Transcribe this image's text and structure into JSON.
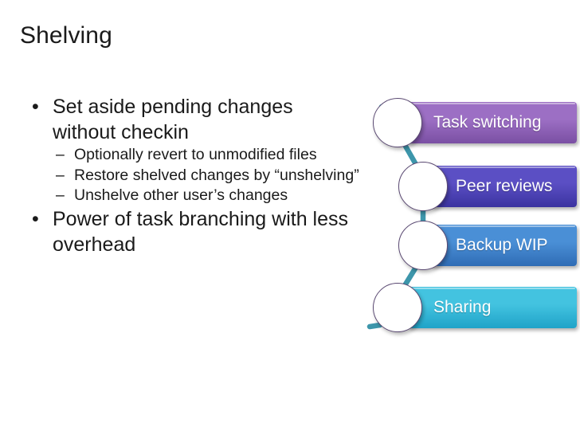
{
  "slide": {
    "title": "Shelving",
    "background_color": "#ffffff",
    "text_color": "#1a1a1a"
  },
  "body": {
    "bullets": [
      {
        "marker": "•",
        "text": "Set aside pending changes without checkin",
        "level": 1,
        "sub_bullets": [
          {
            "marker": "–",
            "text": "Optionally revert to unmodified files",
            "level": 2
          },
          {
            "marker": "–",
            "text": "Restore shelved changes by “unshelving”",
            "level": 2
          },
          {
            "marker": "–",
            "text": "Unshelve other user’s changes",
            "level": 2
          }
        ]
      },
      {
        "marker": "•",
        "text": "Power of task branching with less overhead",
        "level": 1,
        "sub_bullets": []
      }
    ]
  },
  "graphic": {
    "type": "smartart-process-chain",
    "connector_color": "#3d96ab",
    "circle_fill": "#ffffff",
    "circle_stroke": "#5b4a73",
    "nodes": [
      {
        "label": "Task switching",
        "bar_color_top": "#9c6fc4",
        "bar_color_bottom": "#7a4fa3",
        "text_color": "#ffffff",
        "offset": "left"
      },
      {
        "label": "Peer reviews",
        "bar_color_top": "#5b4fc4",
        "bar_color_bottom": "#3b33a0",
        "text_color": "#ffffff",
        "offset": "right"
      },
      {
        "label": "Backup WIP",
        "bar_color_top": "#4a8fd6",
        "bar_color_bottom": "#2f6cb5",
        "text_color": "#ffffff",
        "offset": "right"
      },
      {
        "label": "Sharing",
        "bar_color_top": "#43c3e0",
        "bar_color_bottom": "#1fa3c8",
        "text_color": "#ffffff",
        "offset": "left"
      }
    ]
  }
}
